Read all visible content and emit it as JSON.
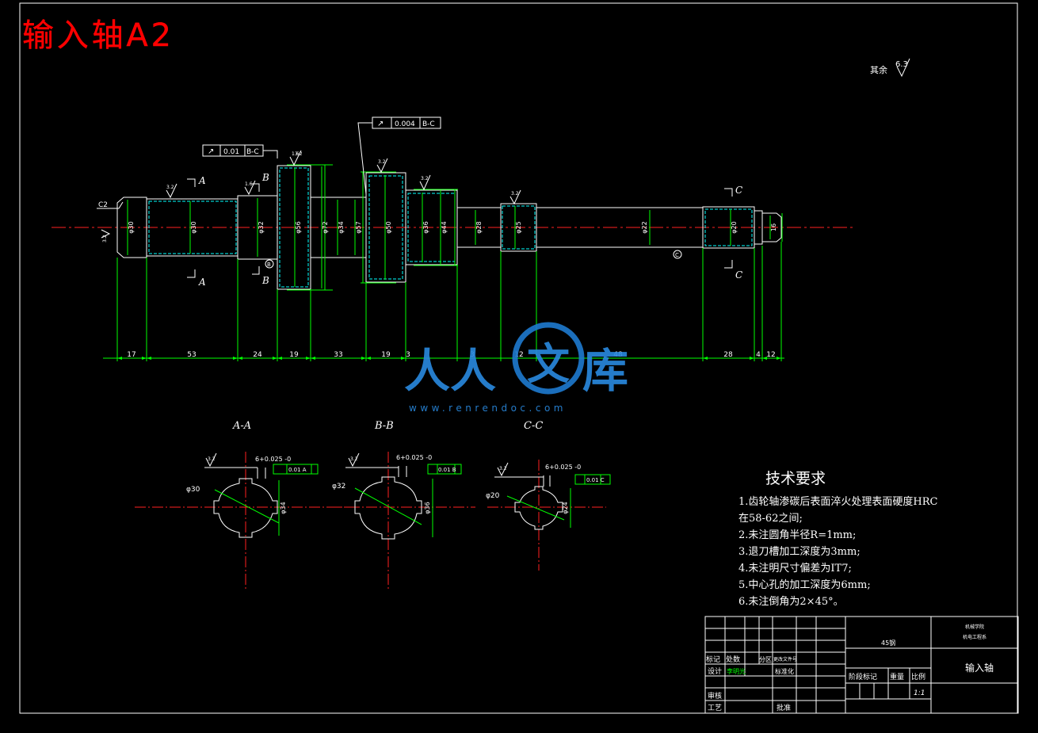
{
  "sheet": {
    "title": "输入轴A2",
    "roughness_note_label": "其余",
    "roughness_note_value": "6.3"
  },
  "colors": {
    "background": "#000000",
    "outline": "#ffffff",
    "dimension": "#00ff00",
    "centerline": "#ff2020",
    "part": "#00ffff",
    "title": "#ff0000",
    "watermark": "#1e7bd0"
  },
  "shaft": {
    "chamfer_label": "C2",
    "diameters": [
      "φ30",
      "φ30",
      "φ32",
      "φ56",
      "φ72",
      "φ34",
      "φ57",
      "φ50",
      "φ36",
      "φ44",
      "φ28",
      "φ25",
      "φ22",
      "φ20"
    ],
    "length_dims": [
      "17",
      "53",
      "24",
      "19",
      "33",
      "19",
      "3",
      "3",
      "12",
      "48",
      "28",
      "4",
      "12"
    ],
    "end_dim": "16",
    "tolerance_1": {
      "symbol": "↗",
      "value": "0.01",
      "datum": "B-C"
    },
    "tolerance_2": {
      "symbol": "↗",
      "value": "0.004",
      "datum": "B-C"
    },
    "section_marks": [
      "A",
      "A",
      "B",
      "B",
      "C",
      "C"
    ],
    "datum_b": "B",
    "datum_c": "C",
    "roughness": [
      "3.2",
      "1.6",
      "1.6",
      "3.2",
      "3.2",
      "3.2",
      "3.2",
      "3.2"
    ]
  },
  "sections": [
    {
      "title": "A-A",
      "roughness": "3.2",
      "key_width": "6+0.025 -0",
      "diameter": "φ30",
      "diameter2": "φ34",
      "tolerance": "0.01 A"
    },
    {
      "title": "B-B",
      "roughness": "3.2",
      "key_width": "6+0.025 -0",
      "diameter": "φ32",
      "diameter2": "φ36",
      "tolerance": "0.01 B"
    },
    {
      "title": "C-C",
      "roughness": "3.2",
      "key_width": "6+0.025 -0",
      "diameter": "φ20",
      "diameter2": "φ24",
      "tolerance": "0.01 C"
    }
  ],
  "requirements": {
    "heading": "技术要求",
    "items": [
      "1.齿轮轴渗碳后表面淬火处理表面硬度HRC",
      "在58-62之间;",
      "2.未注圆角半径R=1mm;",
      "3.退刀槽加工深度为3mm;",
      "4.未注明尺寸偏差为IT7;",
      "5.中心孔的加工深度为6mm;",
      "6.未注倒角为2×45°。"
    ]
  },
  "title_block": {
    "material": "45钢",
    "school_line1": "机械学院",
    "school_line2": "机电工程系",
    "part_name": "输入轴",
    "row_labels": [
      "标记",
      "处数",
      "分区",
      "更改文件号"
    ],
    "design": "设计",
    "designer": "李明光",
    "standard": "标准化",
    "review": "审核",
    "process": "工艺",
    "approve": "批准",
    "stage": "阶段标记",
    "weight": "重量",
    "scale_label": "比例",
    "scale": "1:1"
  },
  "watermark": {
    "brand_left": "人人",
    "brand_circle": "文",
    "brand_right": "库",
    "url": "www.renrendoc.com"
  }
}
